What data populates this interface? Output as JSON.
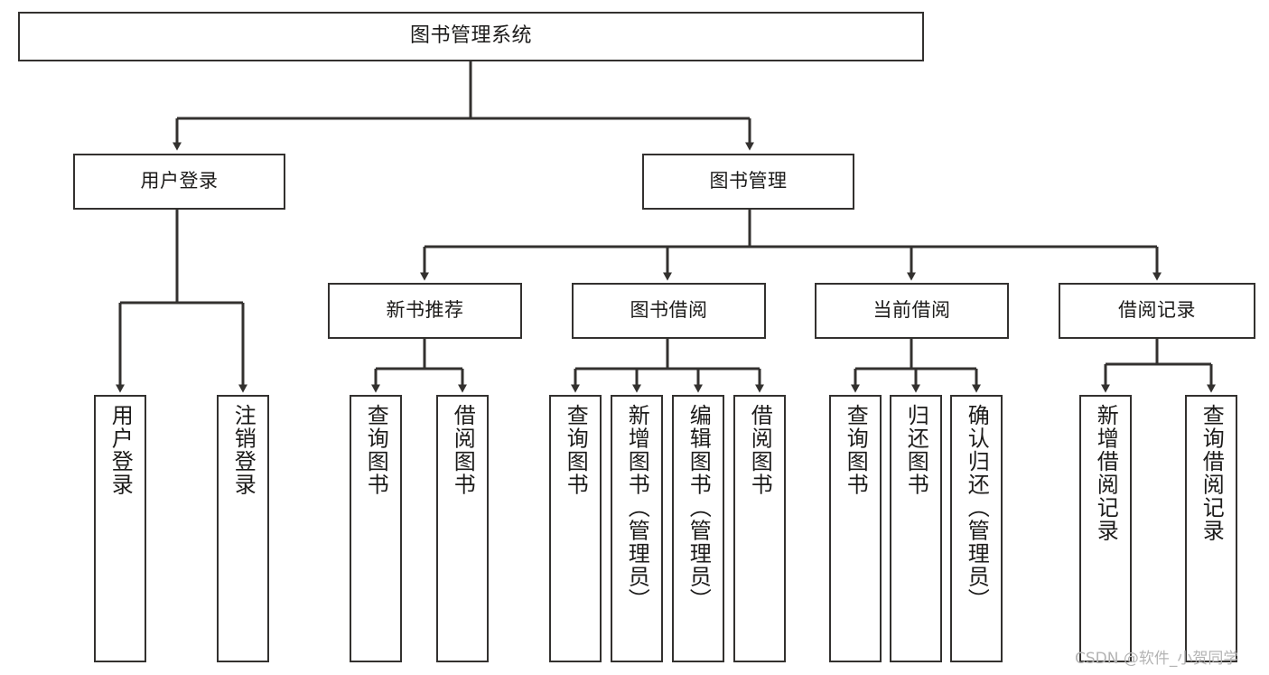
{
  "diagram": {
    "type": "tree-hierarchy-chart",
    "title": "图书管理系统",
    "orientation": "top-down",
    "colors": {
      "box_border": "#33312f",
      "box_fill": "#ffffff",
      "connector": "#33312f",
      "text": "#1c1b1a",
      "watermark": "#b4b4b4",
      "background": "#ffffff"
    },
    "root": {
      "id": "root",
      "label": "图书管理系统"
    },
    "level2": [
      {
        "id": "user-login",
        "label": "用户登录"
      },
      {
        "id": "book-management",
        "label": "图书管理"
      }
    ],
    "level3": [
      {
        "id": "new-book-recommend",
        "label": "新书推荐",
        "parent": "book-management"
      },
      {
        "id": "book-borrow",
        "label": "图书借阅",
        "parent": "book-management"
      },
      {
        "id": "current-borrow",
        "label": "当前借阅",
        "parent": "book-management"
      },
      {
        "id": "borrow-record",
        "label": "借阅记录",
        "parent": "book-management"
      }
    ],
    "leaves": [
      {
        "id": "leaf-user-login",
        "label": "用户登录",
        "parent": "user-login"
      },
      {
        "id": "leaf-logout",
        "label": "注销登录",
        "parent": "user-login"
      },
      {
        "id": "leaf-query-book-1",
        "label": "查询图书",
        "parent": "new-book-recommend"
      },
      {
        "id": "leaf-borrow-book-1",
        "label": "借阅图书",
        "parent": "new-book-recommend"
      },
      {
        "id": "leaf-query-book-2",
        "label": "查询图书",
        "parent": "book-borrow"
      },
      {
        "id": "leaf-add-book",
        "label": "新增图书（管理员）",
        "parent": "book-borrow"
      },
      {
        "id": "leaf-edit-book",
        "label": "编辑图书（管理员）",
        "parent": "book-borrow"
      },
      {
        "id": "leaf-borrow-book-2",
        "label": "借阅图书",
        "parent": "book-borrow"
      },
      {
        "id": "leaf-query-book-3",
        "label": "查询图书",
        "parent": "current-borrow"
      },
      {
        "id": "leaf-return-book",
        "label": "归还图书",
        "parent": "current-borrow"
      },
      {
        "id": "leaf-confirm-return",
        "label": "确认归还（管理员）",
        "parent": "current-borrow"
      },
      {
        "id": "leaf-add-record",
        "label": "新增借阅记录",
        "parent": "borrow-record"
      },
      {
        "id": "leaf-query-record",
        "label": "查询借阅记录",
        "parent": "borrow-record"
      }
    ]
  },
  "watermark": {
    "text": "CSDN @软件_小贺同学"
  }
}
